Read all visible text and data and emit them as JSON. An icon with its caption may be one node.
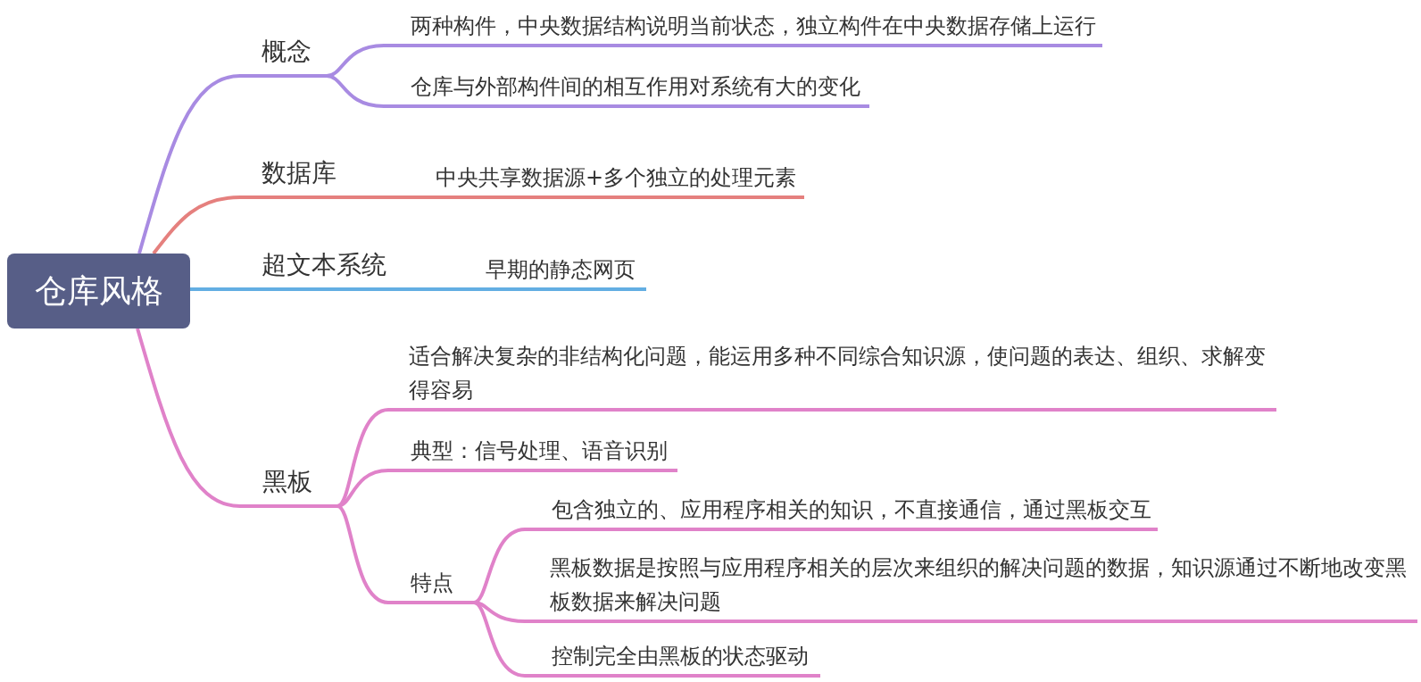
{
  "diagram": {
    "nodes": [
      {
        "text": [
          "仓库风格"
        ]
      },
      {
        "text": [
          "概念"
        ]
      },
      {
        "text": [
          "两种构件，中央数据结构说明当前状态，独立构件在中央数据存储上运行"
        ]
      },
      {
        "text": [
          "仓库与外部构件间的相互作用对系统有大的变化"
        ]
      },
      {
        "text": [
          "数据库"
        ]
      },
      {
        "text": [
          "中央共享数据源+多个独立的处理元素"
        ]
      },
      {
        "text": [
          "超文本系统"
        ]
      },
      {
        "text": [
          "早期的静态网页"
        ]
      },
      {
        "text": [
          "黑板"
        ]
      },
      {
        "text": [
          "适合解决复杂的非结构化问题，能运用多种不同综合知识源，使问题的表达、组织、求解变得容易"
        ]
      },
      {
        "text": [
          "典型：信号处理、语音识别"
        ]
      },
      {
        "text": [
          "特点"
        ]
      },
      {
        "text": [
          "包含独立的、应用程序相关的知识，不直接通信，通过黑板交互"
        ]
      },
      {
        "text": [
          "黑板数据是按照与应用程序相关的层次来组织的解决问题的数据，知识源通过不断地改变黑板数据来解决问题"
        ]
      },
      {
        "text": [
          "控制完全由黑板的状态驱动"
        ]
      }
    ],
    "edges": [
      {
        "from": 0,
        "to": 1,
        "arrow": "none",
        "color": "#a88be2"
      },
      {
        "from": 1,
        "to": 2,
        "arrow": "none",
        "color": "#a88be2"
      },
      {
        "from": 1,
        "to": 3,
        "arrow": "none",
        "color": "#a88be2"
      },
      {
        "from": 0,
        "to": 4,
        "arrow": "none",
        "color": "#e5807e"
      },
      {
        "from": 4,
        "to": 5,
        "arrow": "none",
        "color": "#e5807e"
      },
      {
        "from": 0,
        "to": 6,
        "arrow": "none",
        "color": "#63aee3"
      },
      {
        "from": 6,
        "to": 7,
        "arrow": "none",
        "color": "#63aee3"
      },
      {
        "from": 0,
        "to": 8,
        "arrow": "none"
      },
      {
        "from": 8,
        "to": 9,
        "arrow": "none"
      },
      {
        "from": 8,
        "to": 10,
        "arrow": "none"
      },
      {
        "from": 8,
        "to": 11,
        "arrow": "none"
      },
      {
        "from": 11,
        "to": 12,
        "arrow": "none"
      },
      {
        "from": 11,
        "to": 13,
        "arrow": "none"
      },
      {
        "from": 11,
        "to": 14,
        "arrow": "none"
      }
    ]
  }
}
